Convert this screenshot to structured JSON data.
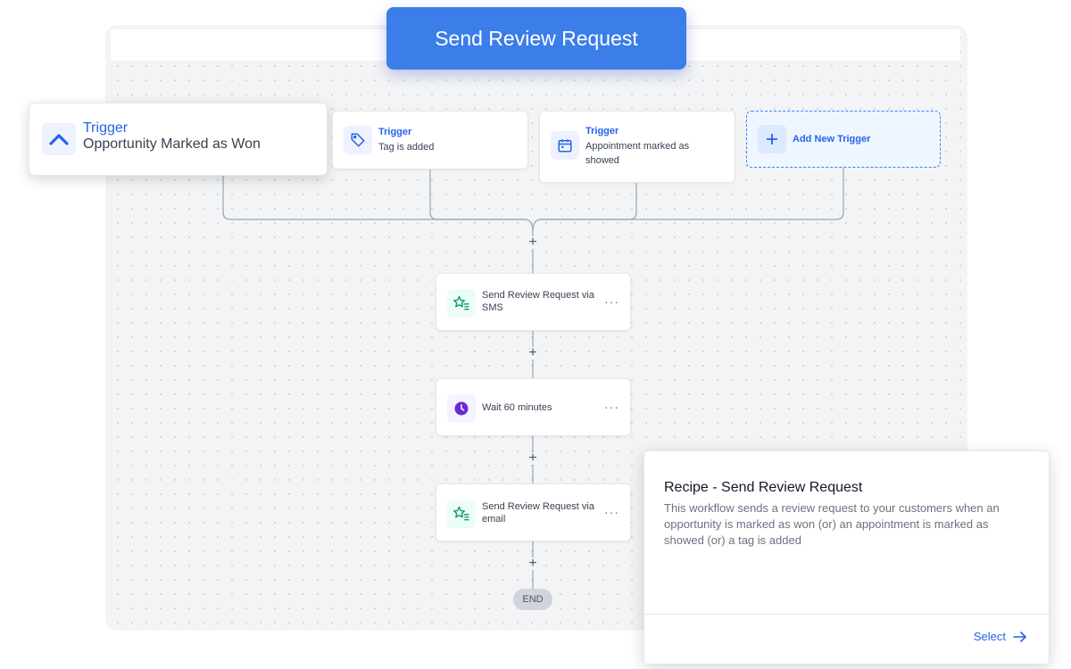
{
  "header": {
    "title": "Send Review Request"
  },
  "triggers": [
    {
      "title": "Trigger",
      "subtitle": "Opportunity Marked as Won",
      "icon": "chevron-up-icon"
    },
    {
      "title": "Trigger",
      "subtitle": "Tag is added",
      "icon": "tag-icon"
    },
    {
      "title": "Trigger",
      "subtitle": "Appointment marked as showed",
      "icon": "calendar-icon"
    }
  ],
  "add_trigger": {
    "label": "Add New Trigger",
    "icon": "plus-icon"
  },
  "actions": [
    {
      "label": "Send Review Request via SMS",
      "icon": "star-list-icon",
      "more": "···"
    },
    {
      "label": "Wait 60 minutes",
      "icon": "clock-icon",
      "more": "···"
    },
    {
      "label": "Send Review Request via email",
      "icon": "star-list-icon",
      "more": "···"
    }
  ],
  "plus_symbol": "+",
  "end_label": "END",
  "recipe": {
    "title": "Recipe - Send Review Request",
    "description": "This workflow sends a review request to your customers when an opportunity is marked as won (or) an appointment is marked as showed (or) a tag is added",
    "select_label": "Select"
  },
  "colors": {
    "accent": "#3b7de9",
    "link": "#2563eb",
    "wait_icon": "#6d28d9",
    "star_icon": "#059669"
  }
}
